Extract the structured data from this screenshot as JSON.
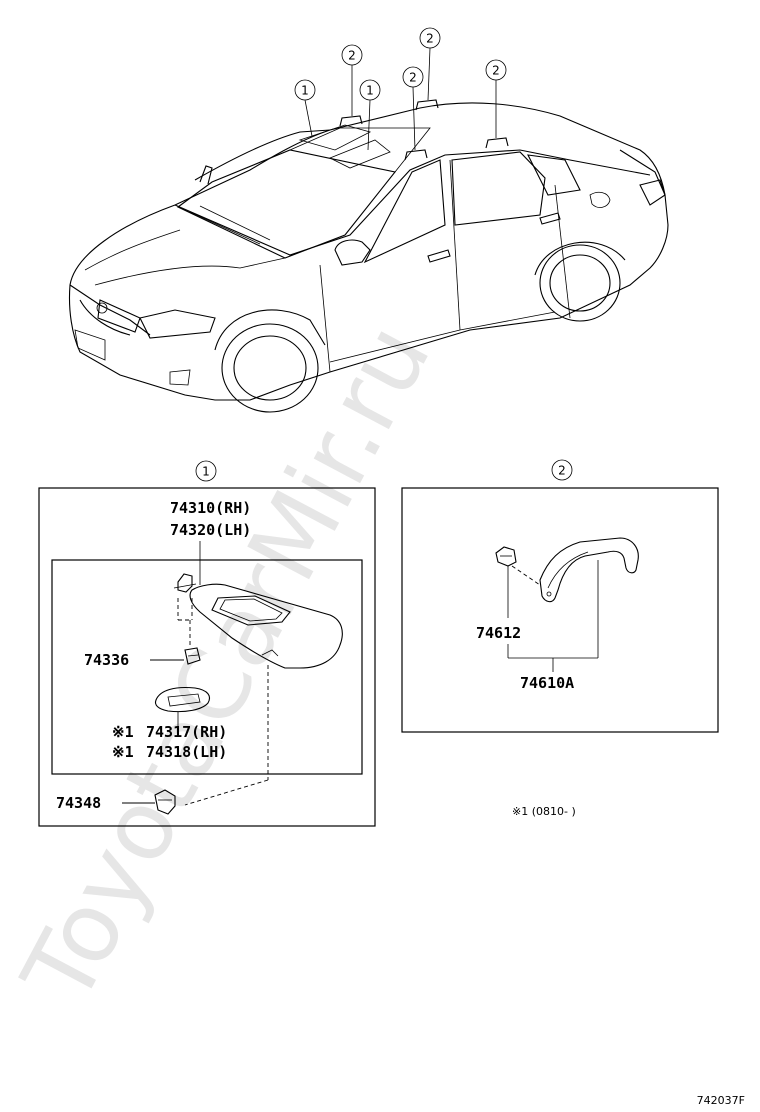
{
  "watermark": "ToyotaCarMir.ru",
  "car_callouts": [
    "1",
    "2",
    "1",
    "2",
    "2",
    "2"
  ],
  "sections": [
    {
      "callout": "1",
      "parts": {
        "visor_rh": "74310(RH)",
        "visor_lh": "74320(LH)",
        "clip": "74336",
        "mirror_cover_rh": "74317(RH)",
        "mirror_cover_lh": "74318(LH)",
        "mirror_mark": "※1",
        "holder": "74348"
      }
    },
    {
      "callout": "2",
      "parts": {
        "cap": "74612",
        "grip": "74610A"
      }
    }
  ],
  "footnote": "※1 (0810-   )",
  "diagram_code": "742037F"
}
